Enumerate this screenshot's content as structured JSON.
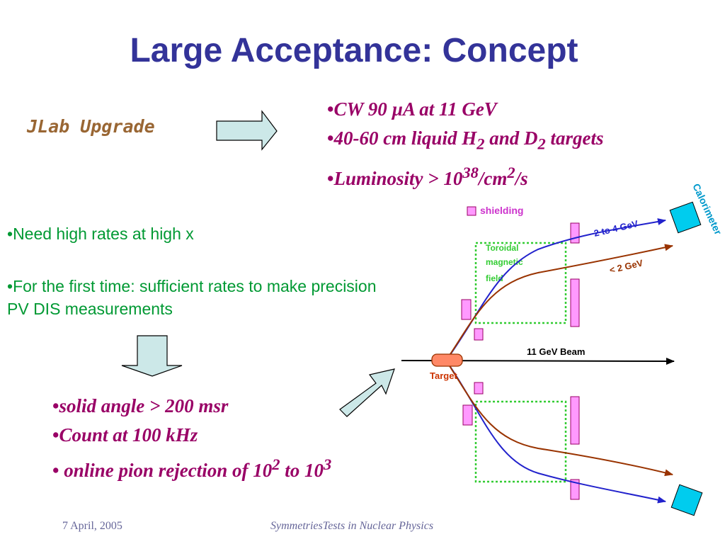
{
  "title": "Large Acceptance: Concept",
  "jlab_label": "JLab Upgrade",
  "top_bullets": [
    "CW 90 µA at 11 GeV",
    {
      "pre": "40-60 cm liquid H",
      "sub1": "2",
      "mid": " and D",
      "sub2": "2",
      "post": " targets"
    },
    {
      "pre": "Luminosity > 10",
      "sup1": "38",
      "mid": "/cm",
      "sup2": "2",
      "post": "/s"
    }
  ],
  "green_bullets": [
    "Need high rates at high x",
    "For the first time: sufficient rates to make precision PV DIS measurements"
  ],
  "bottom_bullets": [
    "solid angle > 200 msr",
    "Count at 100 kHz",
    {
      "pre": " online pion rejection of 10",
      "sup1": "2",
      "mid": " to 10",
      "sup2": "3"
    }
  ],
  "diagram": {
    "legend_shielding": "shielding",
    "calorimeter": "Calorimeter",
    "field_label": [
      "Toroidal",
      "magnetic",
      "field"
    ],
    "track_high": "2 to 4 GeV",
    "track_low": "< 2 GeV",
    "beam": "11 GeV Beam",
    "target": "Target",
    "colors": {
      "shield": "#ff99ff",
      "shield_border": "#990066",
      "high_track": "#2222cc",
      "low_track": "#993300",
      "field_box": "#33cc33",
      "calorimeter": "#00ccee",
      "target": "#ff8866",
      "arrow_fill": "#cce8e8"
    }
  },
  "footer": {
    "date": "7 April, 2005",
    "conference": "SymmetriesTests in Nuclear Physics"
  }
}
